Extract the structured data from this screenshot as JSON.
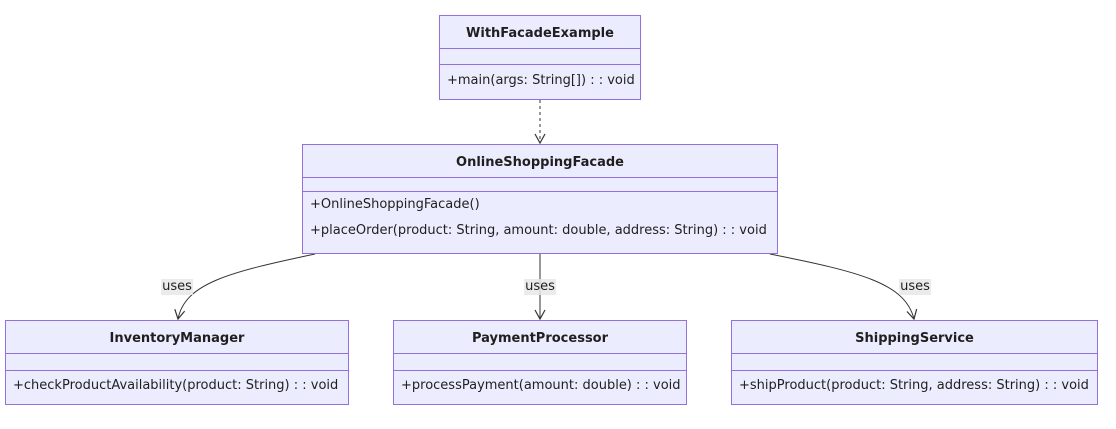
{
  "colors": {
    "node_fill": "#ececff",
    "node_border": "#9370db",
    "edge": "#333333",
    "label_bg": "#e8e8e8"
  },
  "classes": {
    "with_facade_example": {
      "name": "WithFacadeExample",
      "methods": [
        "+main(args: String[]) : : void"
      ]
    },
    "online_shopping_facade": {
      "name": "OnlineShoppingFacade",
      "methods": [
        "+OnlineShoppingFacade()",
        "+placeOrder(product: String, amount: double, address: String) : : void"
      ]
    },
    "inventory_manager": {
      "name": "InventoryManager",
      "methods": [
        "+checkProductAvailability(product: String) : : void"
      ]
    },
    "payment_processor": {
      "name": "PaymentProcessor",
      "methods": [
        "+processPayment(amount: double) : : void"
      ]
    },
    "shipping_service": {
      "name": "ShippingService",
      "methods": [
        "+shipProduct(product: String, address: String) : : void"
      ]
    }
  },
  "relations": [
    {
      "from": "WithFacadeExample",
      "to": "OnlineShoppingFacade",
      "style": "dashed",
      "label": ""
    },
    {
      "from": "OnlineShoppingFacade",
      "to": "InventoryManager",
      "style": "solid",
      "label": "uses"
    },
    {
      "from": "OnlineShoppingFacade",
      "to": "PaymentProcessor",
      "style": "solid",
      "label": "uses"
    },
    {
      "from": "OnlineShoppingFacade",
      "to": "ShippingService",
      "style": "solid",
      "label": "uses"
    }
  ]
}
